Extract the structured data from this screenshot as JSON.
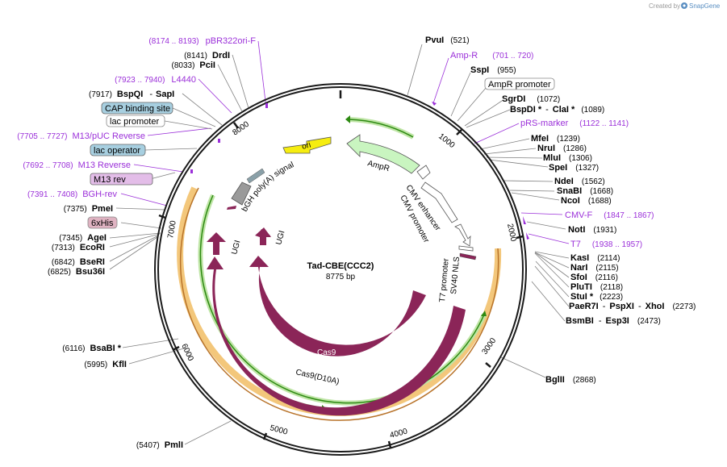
{
  "header": {
    "credit_prefix": "Created by",
    "credit_brand": "SnapGene"
  },
  "plasmid": {
    "name": "Tad-CBE(CCC2)",
    "size_label": "8775 bp"
  },
  "colors": {
    "backbone": "#1a1a1a",
    "cas9": "#8b2558",
    "highlight_orange": "#f3c77b",
    "highlight_green": "#bfe5a6",
    "orf_green": "#2d8a12",
    "ampr_fill": "#c9f5c0",
    "ori_fill": "#f6ed10",
    "primer": "#9b30d9",
    "bgh_fill": "#9a9a9a",
    "label_blue": "#a7cfe0",
    "label_purple": "#e3bde8",
    "label_pink": "#e0b3c2"
  },
  "ticks": {
    "t1000": "1000",
    "t2000": "2000",
    "t3000": "3000",
    "t4000": "4000",
    "t5000": "5000",
    "t6000": "6000",
    "t7000": "7000",
    "t8000": "8000"
  },
  "features": {
    "cas9": "Cas9",
    "cas9_d10a": "Cas9(D10A)",
    "ugi1": "UGI",
    "ugi2": "UGI",
    "ampr": "AmpR",
    "ori": "ori",
    "bgh": "bGH poly(A) signal",
    "cmv_enh": "CMV enhancer",
    "cmv_prom": "CMV promoter",
    "t7_prom": "T7 promoter",
    "sv40_nls": "SV40 NLS"
  },
  "labels": {
    "pvui": {
      "name": "PvuI",
      "pos": "(521)"
    },
    "ampr_primer": {
      "name": "Amp-R",
      "pos": "(701 .. 720)"
    },
    "sspi": {
      "name": "SspI",
      "pos": "(955)"
    },
    "ampr_promoter": {
      "name": "AmpR promoter"
    },
    "sgrdi": {
      "name": "SgrDI",
      "pos": "(1072)"
    },
    "bspdi": {
      "name": "BspDI *",
      "sep": "-",
      "name2": "ClaI *",
      "pos": "(1089)"
    },
    "prs_marker": {
      "name": "pRS-marker",
      "pos": "(1122 .. 1141)"
    },
    "mfei": {
      "name": "MfeI",
      "pos": "(1239)"
    },
    "nrui": {
      "name": "NruI",
      "pos": "(1286)"
    },
    "mlui": {
      "name": "MluI",
      "pos": "(1306)"
    },
    "spei": {
      "name": "SpeI",
      "pos": "(1327)"
    },
    "ndei": {
      "name": "NdeI",
      "pos": "(1562)"
    },
    "snabi": {
      "name": "SnaBI",
      "pos": "(1668)"
    },
    "ncoi": {
      "name": "NcoI",
      "pos": "(1688)"
    },
    "cmvf": {
      "name": "CMV-F",
      "pos": "(1847 .. 1867)"
    },
    "noti": {
      "name": "NotI",
      "pos": "(1931)"
    },
    "t7": {
      "name": "T7",
      "pos": "(1938 .. 1957)"
    },
    "kasi": {
      "name": "KasI",
      "pos": "(2114)"
    },
    "nari": {
      "name": "NarI",
      "pos": "(2115)"
    },
    "sfoi": {
      "name": "SfoI",
      "pos": "(2116)"
    },
    "pluti": {
      "name": "PluTI",
      "pos": "(2118)"
    },
    "stui": {
      "name": "StuI *",
      "pos": "(2223)"
    },
    "paer7i": {
      "name": "PaeR7I",
      "sep": "-",
      "name2": "PspXI",
      "sep2": "-",
      "name3": "XhoI",
      "pos": "(2273)"
    },
    "bsmbi": {
      "name": "BsmBI",
      "sep": "-",
      "name2": "Esp3I",
      "pos": "(2473)"
    },
    "bglii": {
      "name": "BglII",
      "pos": "(2868)"
    },
    "pmli": {
      "name": "PmlI",
      "pos": "(5407)"
    },
    "kfli": {
      "name": "KflI",
      "pos": "(5995)"
    },
    "bsabi": {
      "name": "BsaBI *",
      "pos": "(6116)"
    },
    "bseri": {
      "name": "BseRI",
      "pos": "(6842)"
    },
    "bsu36i": {
      "name": "Bsu36I",
      "pos": "(6825)"
    },
    "ecori": {
      "name": "EcoRI",
      "pos": "(7313)"
    },
    "agei": {
      "name": "AgeI",
      "pos": "(7345)"
    },
    "sixhis": {
      "name": "6xHis"
    },
    "pmei": {
      "name": "PmeI",
      "pos": "(7375)"
    },
    "bghrev": {
      "name": "BGH-rev",
      "pos": "(7391 .. 7408)"
    },
    "m13rev": {
      "name": "M13 rev"
    },
    "m13reverse": {
      "name": "M13 Reverse",
      "pos": "(7692 .. 7708)"
    },
    "lacop": {
      "name": "lac operator"
    },
    "m13puc": {
      "name": "M13/pUC Reverse",
      "pos": "(7705 .. 7727)"
    },
    "lacprom": {
      "name": "lac promoter"
    },
    "cap": {
      "name": "CAP binding site"
    },
    "bspqi": {
      "name": "BspQI",
      "sep": "-",
      "name2": "SapI",
      "pos": "(7917)"
    },
    "l4440": {
      "name": "L4440",
      "pos": "(7923 .. 7940)"
    },
    "pcii": {
      "name": "PciI",
      "pos": "(8033)"
    },
    "drdi": {
      "name": "DrdI",
      "pos": "(8141)"
    },
    "pbr322": {
      "name": "pBR322ori-F",
      "pos": "(8174 .. 8193)"
    }
  }
}
